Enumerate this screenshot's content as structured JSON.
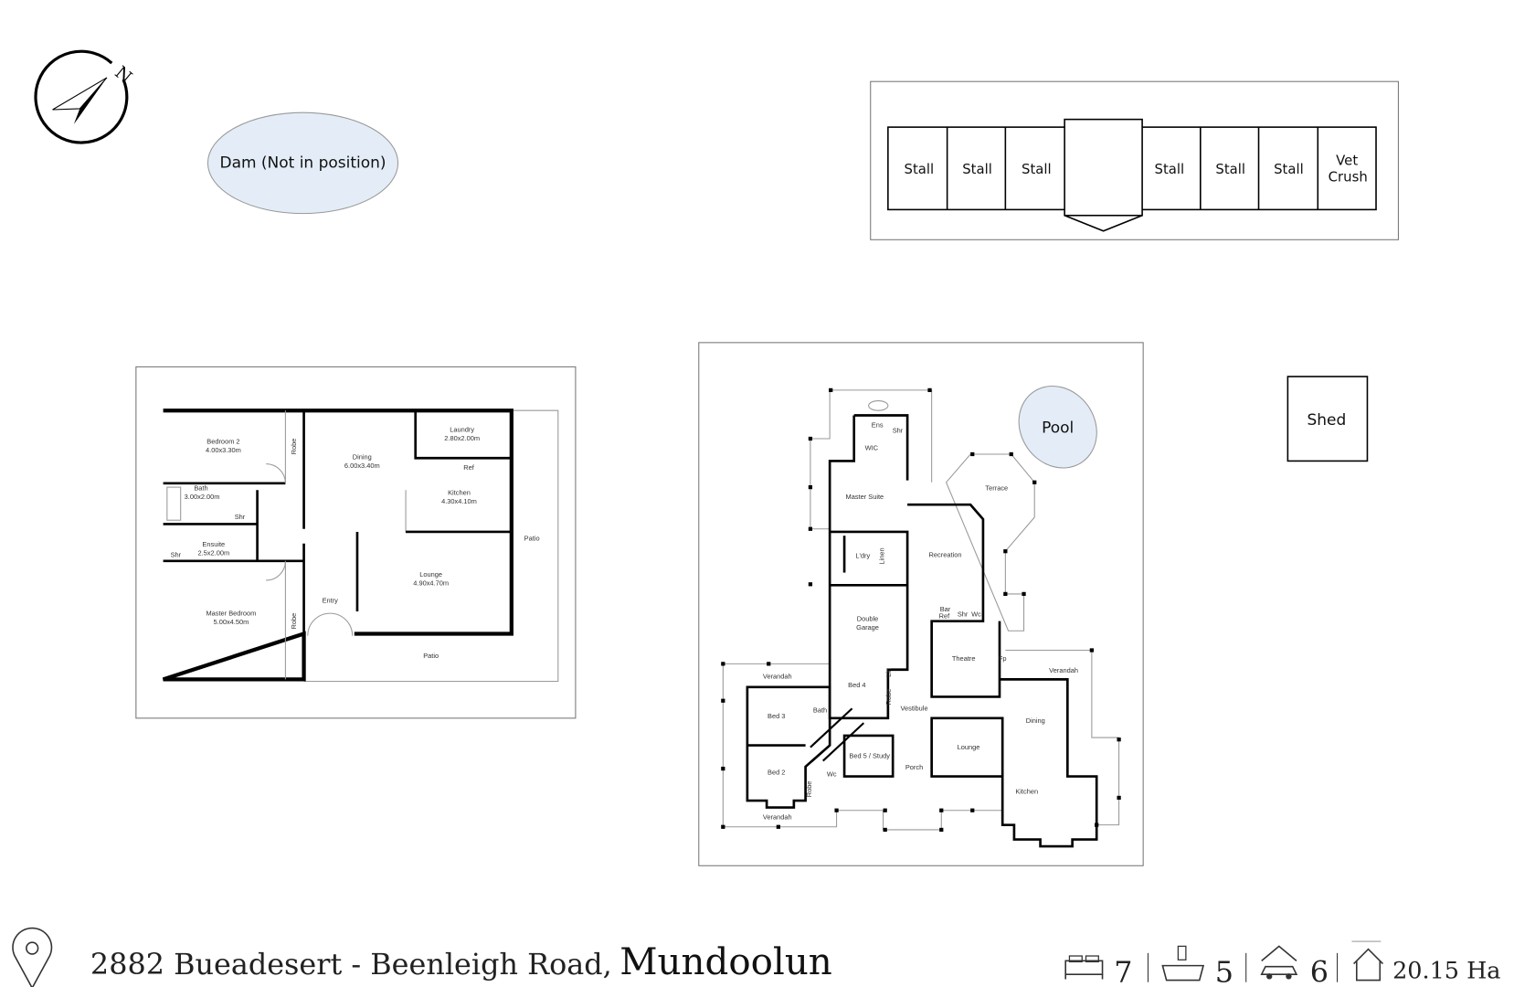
{
  "compass": {
    "label": "N"
  },
  "dam": {
    "label": "Dam (Not in position)"
  },
  "stables": {
    "stalls": [
      "Stall",
      "Stall",
      "Stall",
      "Stall",
      "Stall",
      "Stall"
    ],
    "vet_crush": [
      "Vet",
      "Crush"
    ]
  },
  "pool": {
    "label": "Pool"
  },
  "shed": {
    "label": "Shed"
  },
  "second_dwelling": {
    "rooms": [
      {
        "name": "Bedroom 2",
        "size": "4.00x3.30m"
      },
      {
        "name": "Dining",
        "size": "6.00x3.40m"
      },
      {
        "name": "Laundry",
        "size": "2.80x2.00m"
      },
      {
        "name": "Kitchen",
        "size": "4.30x4.10m"
      },
      {
        "name": "Bath",
        "size": "3.00x2.00m"
      },
      {
        "name": "Ensuite",
        "size": "2.5x2.00m"
      },
      {
        "name": "Lounge",
        "size": "4.90x4.70m"
      },
      {
        "name": "Master Bedroom",
        "size": "5.00x4.50m"
      }
    ],
    "labels": {
      "robe": "Robe",
      "ref": "Ref",
      "shr": "Shr",
      "entry": "Entry",
      "patio": "Patio"
    }
  },
  "main_house": {
    "labels": {
      "ens": "Ens",
      "shr": "Shr",
      "wic": "WIC",
      "master_suite": "Master Suite",
      "terrace": "Terrace",
      "ldry": "L'dry",
      "linen": "Linen",
      "recreation": "Recreation",
      "double_garage": [
        "Double",
        "Garage"
      ],
      "bar": "Bar",
      "ref": "Ref",
      "wc": "Wc",
      "theatre": "Theatre",
      "fp": "Fp",
      "verandah": "Verandah",
      "bed4": "Bed 4",
      "lin": "Lin",
      "robe": "Robe",
      "bath": "Bath",
      "vestibule": "Vestibule",
      "bed3": "Bed 3",
      "dining": "Dining",
      "lounge": "Lounge",
      "bed5": "Bed 5 / Study",
      "porch": "Porch",
      "bed2": "Bed 2",
      "kitchen": "Kitchen"
    }
  },
  "footer": {
    "address": "2882 Bueadesert - Beenleigh Road,",
    "suburb": "Mundoolun",
    "beds": "7",
    "baths": "5",
    "cars": "6",
    "land": "20.15 Ha"
  },
  "colors": {
    "water": "#e4edf7"
  }
}
